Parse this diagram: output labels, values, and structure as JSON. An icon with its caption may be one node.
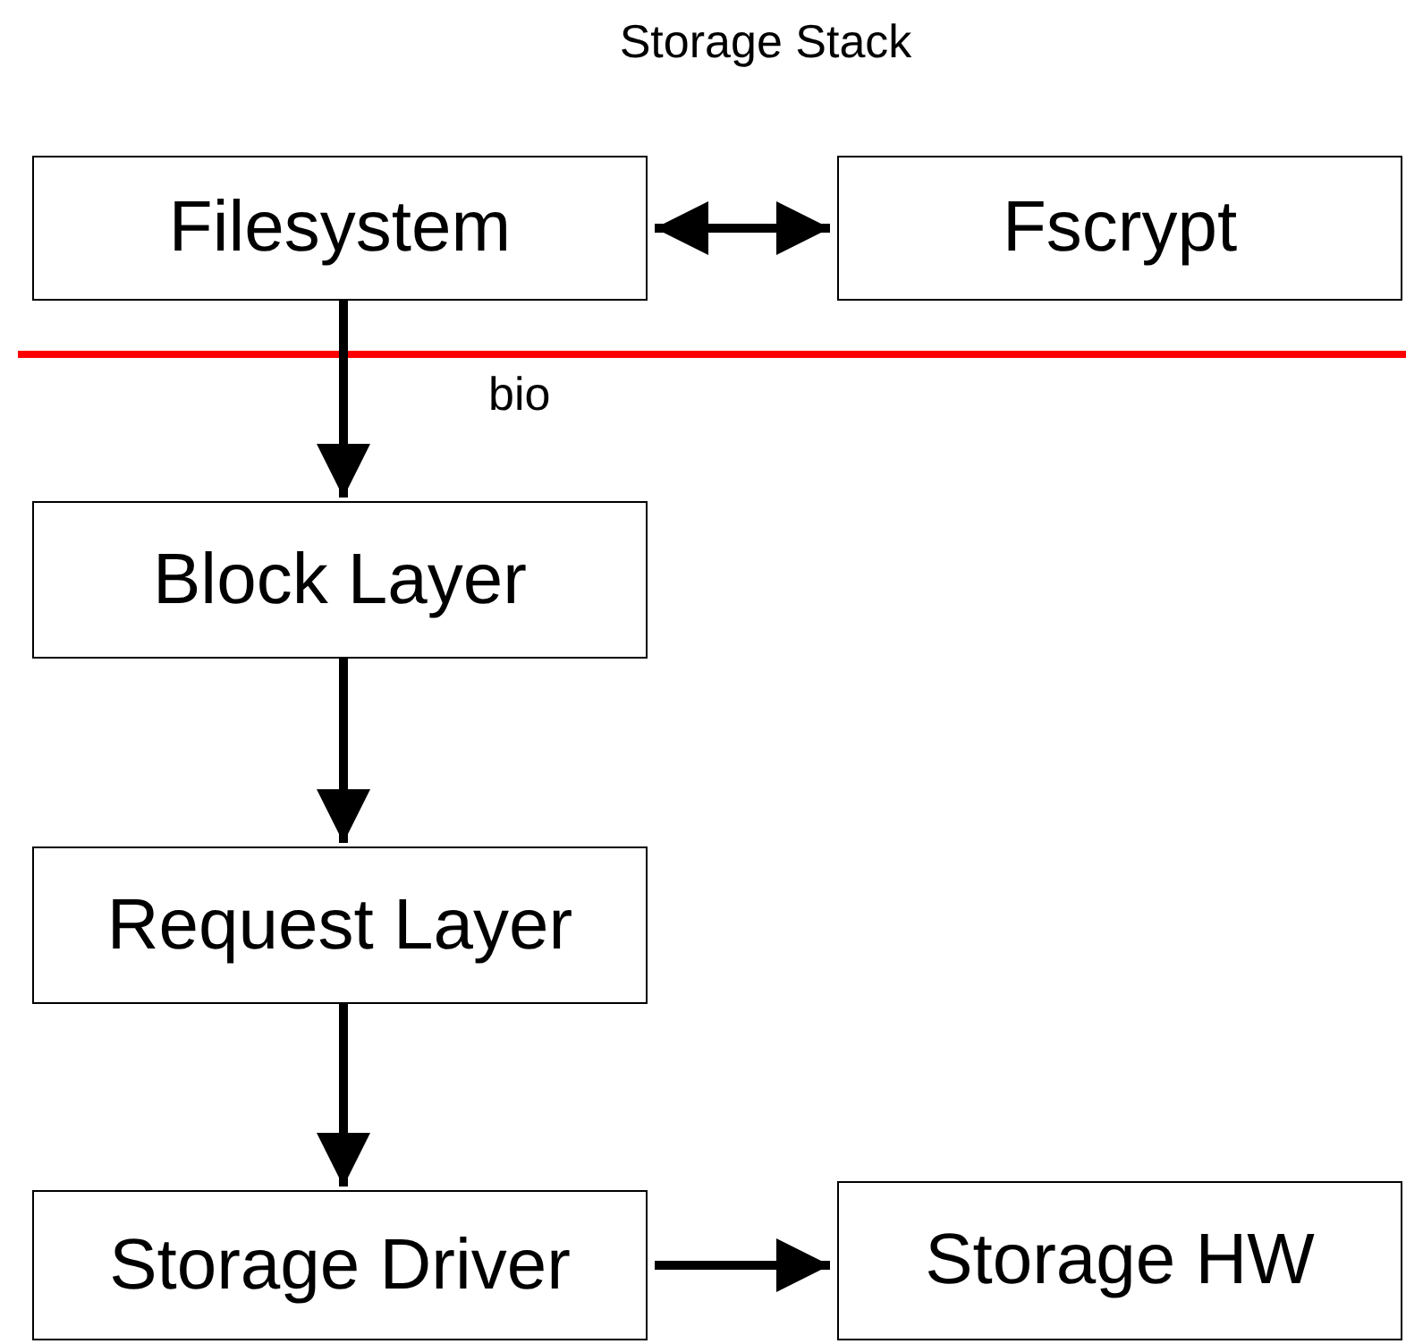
{
  "diagram": {
    "title": "Storage Stack",
    "nodes": [
      {
        "text": [
          "Filesystem"
        ]
      },
      {
        "text": [
          "Fscrypt"
        ]
      },
      {
        "text": [
          "Block Layer"
        ]
      },
      {
        "text": [
          "Request Layer"
        ]
      },
      {
        "text": [
          "Storage Driver"
        ]
      },
      {
        "text": [
          "Storage HW"
        ]
      }
    ],
    "edges": [
      {
        "from": 0,
        "to": 1,
        "arrow": "both"
      },
      {
        "from": 0,
        "to": 2,
        "arrow": "to"
      },
      {
        "from": 2,
        "to": 3,
        "arrow": "to"
      },
      {
        "from": 3,
        "to": 4,
        "arrow": "to"
      },
      {
        "from": 4,
        "to": 5,
        "arrow": "to"
      }
    ],
    "labels": [
      "bio"
    ]
  }
}
